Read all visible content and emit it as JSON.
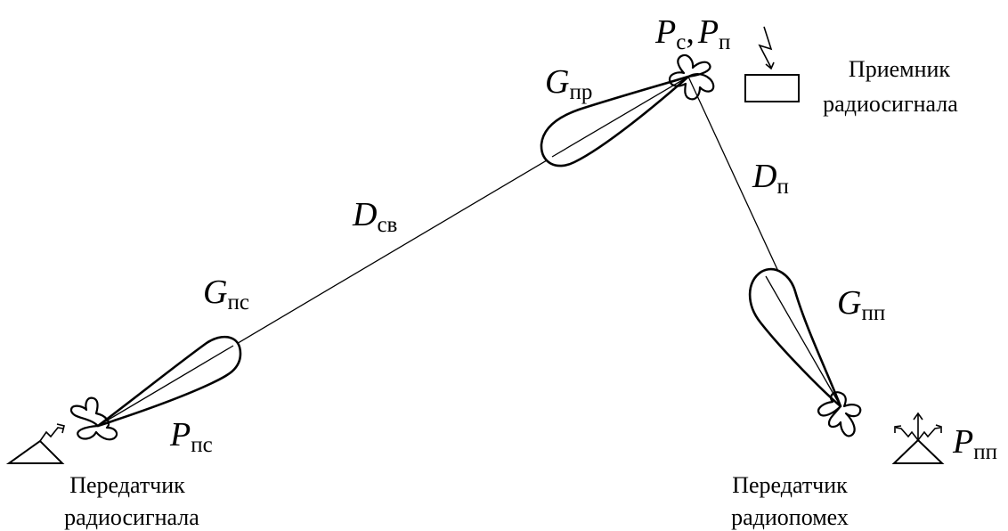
{
  "receiver_power": {
    "signal": {
      "symbol": "P",
      "subscript": "с"
    },
    "separator": ",",
    "interference": {
      "symbol": "P",
      "subscript": "п"
    }
  },
  "receiver_gain": {
    "symbol": "G",
    "subscript": "пр"
  },
  "receiver_label": {
    "line1": "Приемник",
    "line2": "радиосигнала"
  },
  "link_distance": {
    "symbol": "D",
    "subscript": "св"
  },
  "interference_distance": {
    "symbol": "D",
    "subscript": "п"
  },
  "transmitter_gain": {
    "symbol": "G",
    "subscript": "пс"
  },
  "transmitter_power": {
    "symbol": "P",
    "subscript": "пс"
  },
  "transmitter_label": {
    "line1": "Передатчик",
    "line2": "радиосигнала"
  },
  "jammer_gain": {
    "symbol": "G",
    "subscript": "пп"
  },
  "jammer_power": {
    "symbol": "P",
    "subscript": "пп"
  },
  "jammer_label": {
    "line1": "Передатчик",
    "line2": "радиопомех"
  }
}
